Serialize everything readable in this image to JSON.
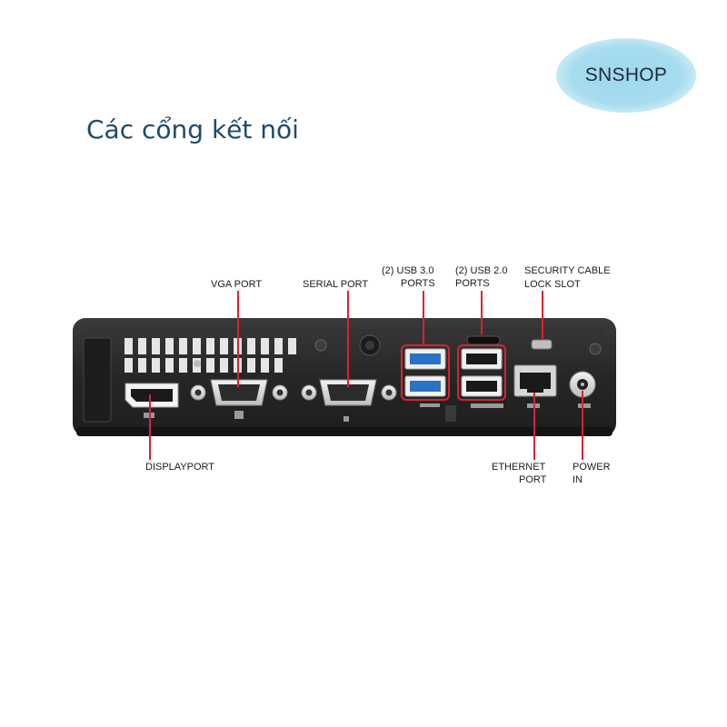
{
  "watermark": {
    "text": "SNSHOP"
  },
  "page": {
    "title": "Các cổng kết nối"
  },
  "labels": {
    "vga": "VGA PORT",
    "serial": "SERIAL PORT",
    "usb3_line1": "(2) USB 3.0",
    "usb3_line2": "PORTS",
    "usb2_line1": "(2) USB 2.0",
    "usb2_line2": "PORTS",
    "security_line1": "SECURITY CABLE",
    "security_line2": "LOCK SLOT",
    "displayport": "DISPLAYPORT",
    "ethernet_line1": "ETHERNET",
    "ethernet_line2": "PORT",
    "power_line1": "POWER",
    "power_line2": "IN"
  },
  "colors": {
    "callout": "#d9232e",
    "chassis": "#2a2a2a",
    "usb3_blue": "#2a72c6"
  }
}
